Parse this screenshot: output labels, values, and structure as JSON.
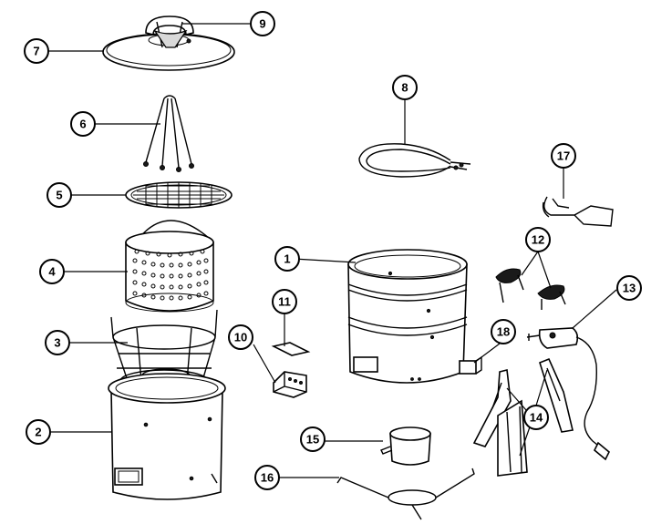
{
  "callouts": {
    "c1": "1",
    "c2": "2",
    "c3": "3",
    "c4": "4",
    "c5": "5",
    "c6": "6",
    "c7": "7",
    "c8": "8",
    "c9": "9",
    "c10": "10",
    "c11": "11",
    "c12": "12",
    "c13": "13",
    "c14a": "14",
    "c14b": "14",
    "c15": "15",
    "c16": "16",
    "c17": "17",
    "c18": "18"
  },
  "colors": {
    "line": "#000000",
    "background": "#ffffff"
  }
}
